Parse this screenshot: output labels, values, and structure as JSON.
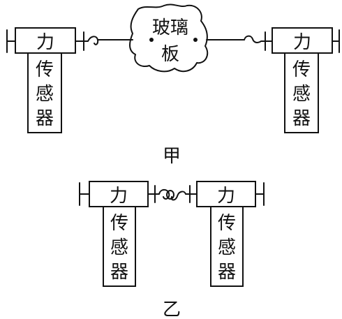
{
  "figure_a": {
    "caption": "甲",
    "left_sensor": {
      "head_label": "力",
      "body_label": [
        "传",
        "感",
        "器"
      ]
    },
    "right_sensor": {
      "head_label": "力",
      "body_label": [
        "传",
        "感",
        "器"
      ]
    },
    "glass_label": [
      "玻璃",
      "板"
    ]
  },
  "figure_b": {
    "caption": "乙",
    "left_sensor": {
      "head_label": "力",
      "body_label": [
        "传",
        "感",
        "器"
      ]
    },
    "right_sensor": {
      "head_label": "力",
      "body_label": [
        "传",
        "感",
        "器"
      ]
    }
  }
}
